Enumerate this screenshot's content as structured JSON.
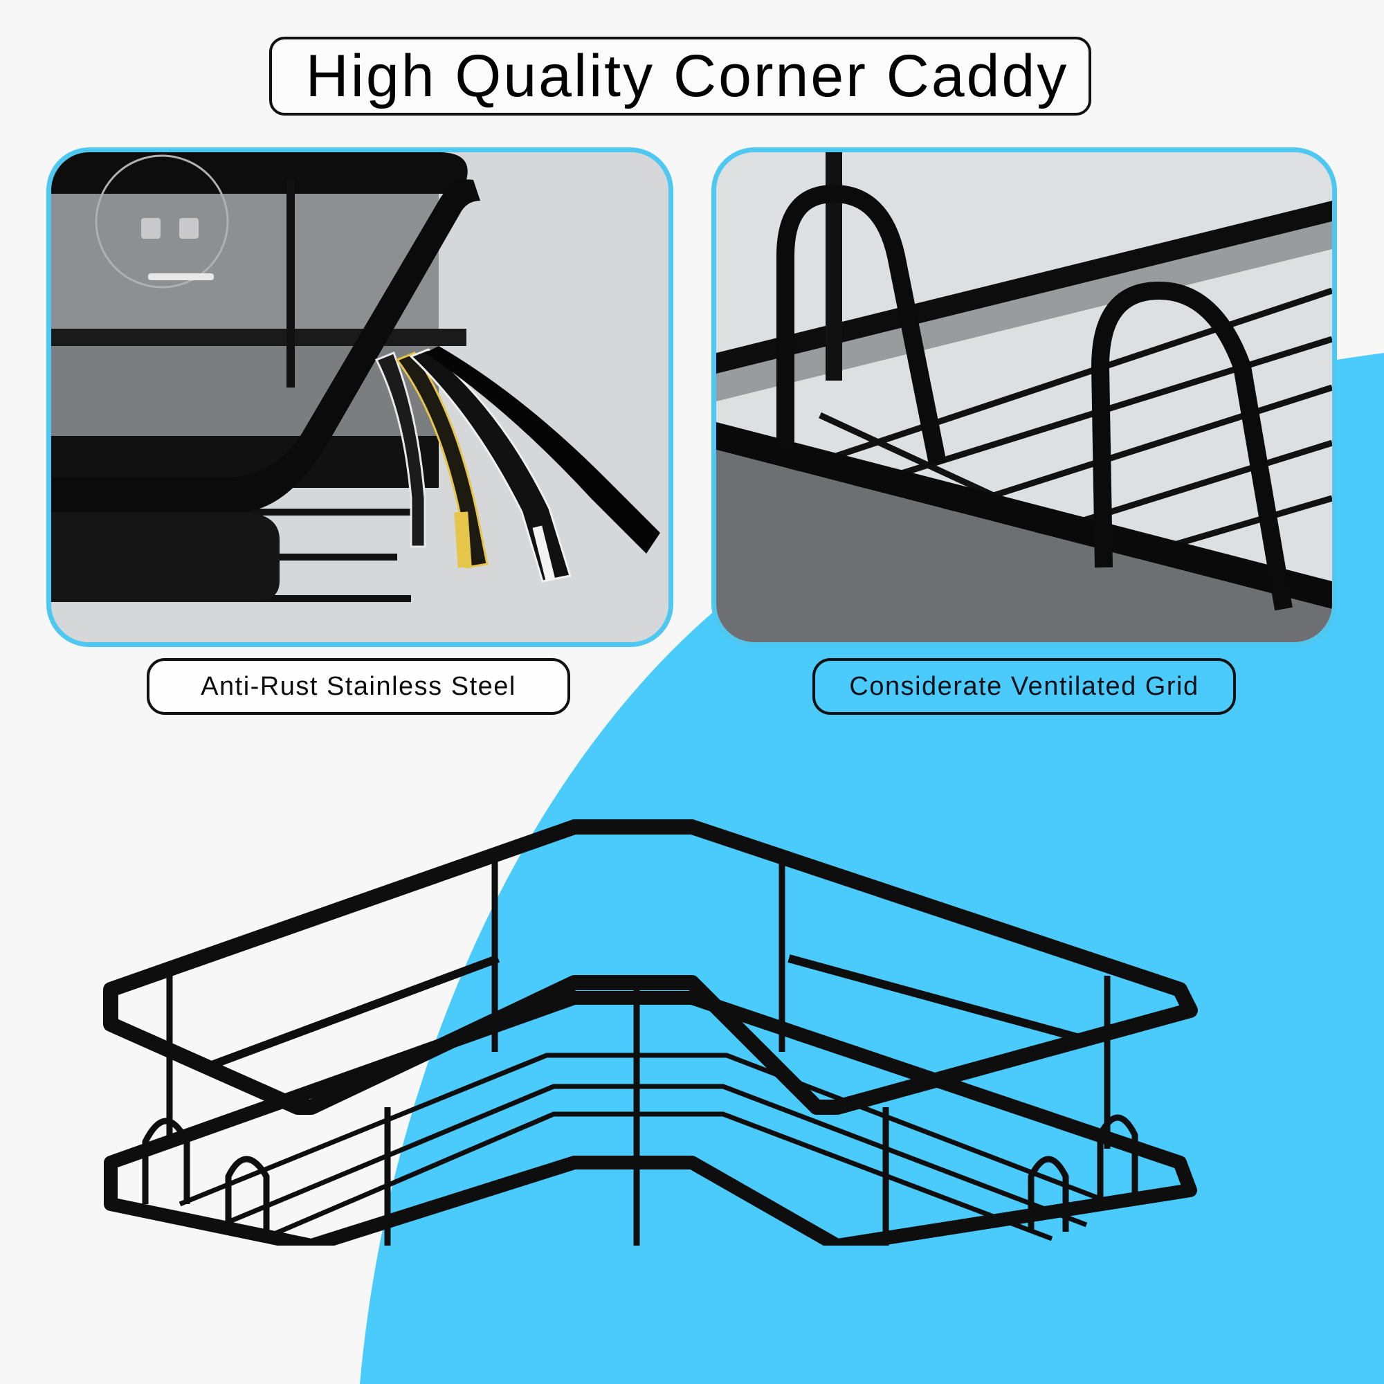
{
  "title": "High Quality Corner Caddy",
  "features": [
    {
      "caption": "Anti-Rust Stainless Steel",
      "image": "layered-steel-edge-closeup"
    },
    {
      "caption": "Considerate Ventilated Grid",
      "image": "wire-grid-hooks-closeup"
    }
  ],
  "product": {
    "image": "black-metal-corner-shower-caddy"
  },
  "colors": {
    "accent_blue": "#4bcbfc",
    "panel_border": "#4fc8f1",
    "background": "#f7f7f7",
    "metal_black": "#111111",
    "panel_gray": "#d9dadc"
  }
}
